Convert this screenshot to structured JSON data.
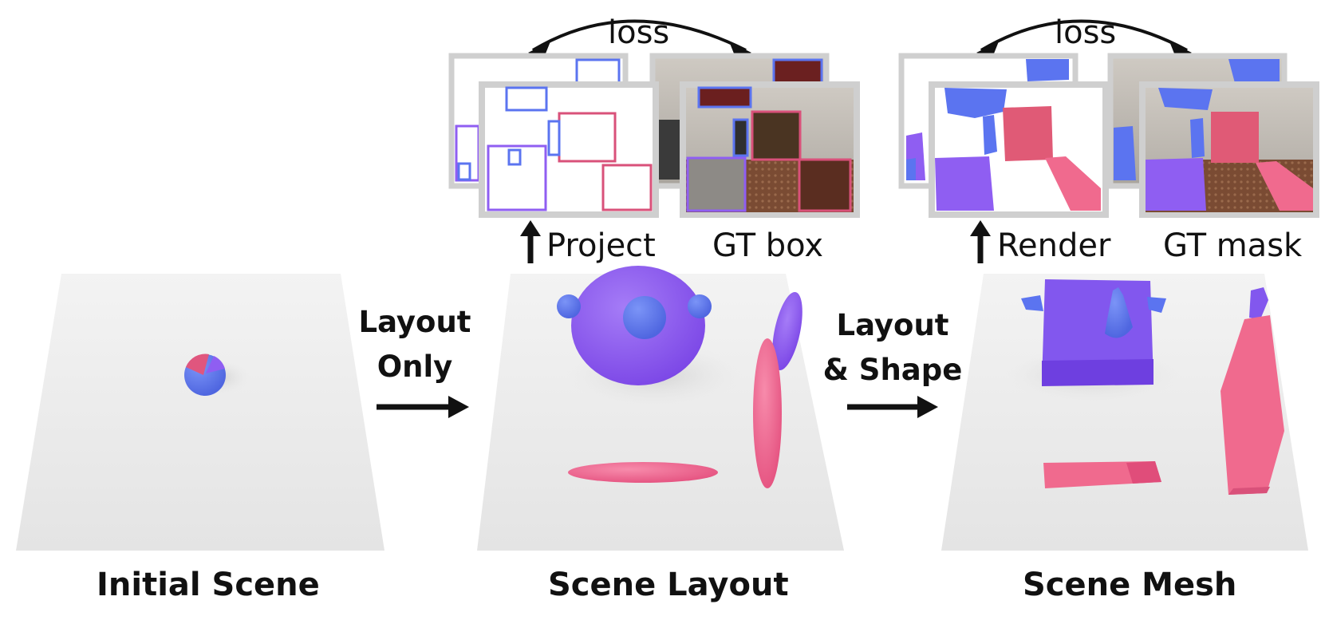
{
  "top_left": {
    "loss_label": "loss",
    "project_label": "Project",
    "gt_label": "GT box"
  },
  "top_right": {
    "loss_label": "loss",
    "render_label": "Render",
    "gt_label": "GT mask"
  },
  "steps": {
    "layout_only_line1": "Layout",
    "layout_only_line2": "Only",
    "layout_shape_line1": "Layout",
    "layout_shape_line2": "& Shape"
  },
  "captions": {
    "initial": "Initial Scene",
    "layout": "Scene Layout",
    "mesh": "Scene Mesh"
  },
  "colors": {
    "purple": "#8f5ef2",
    "blue": "#5b74f0",
    "pink": "#f06a8e",
    "magenta_box": "#d9517a",
    "frame": "#cfcfcf",
    "floor": "#ececec"
  }
}
